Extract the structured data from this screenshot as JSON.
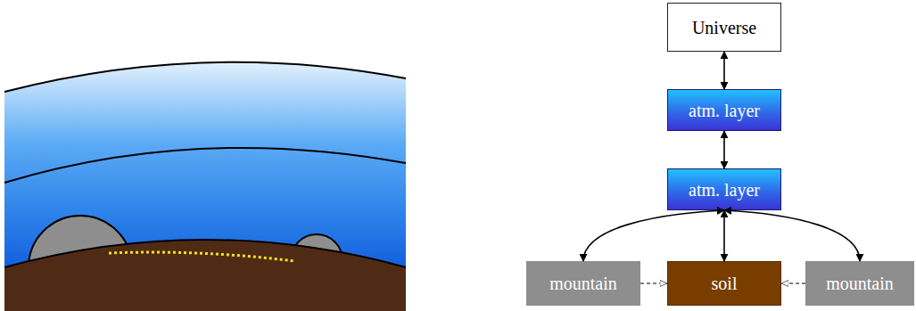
{
  "diagram": {
    "nodes": [
      {
        "text": [
          "Universe"
        ]
      },
      {
        "text": [
          "atm. layer"
        ]
      },
      {
        "text": [
          "atm. layer"
        ]
      },
      {
        "text": [
          "mountain"
        ]
      },
      {
        "text": [
          "soil"
        ]
      },
      {
        "text": [
          "mountain"
        ]
      }
    ],
    "edges": [
      {
        "from": 0,
        "to": 1,
        "arrow": "both"
      },
      {
        "from": 1,
        "to": 2,
        "arrow": "both"
      },
      {
        "from": 2,
        "to": 3,
        "arrow": "both"
      },
      {
        "from": 2,
        "to": 4,
        "arrow": "both"
      },
      {
        "from": 2,
        "to": 5,
        "arrow": "both"
      },
      {
        "from": 3,
        "to": 4,
        "arrow": "to"
      },
      {
        "from": 5,
        "to": 4,
        "arrow": "to"
      }
    ]
  }
}
